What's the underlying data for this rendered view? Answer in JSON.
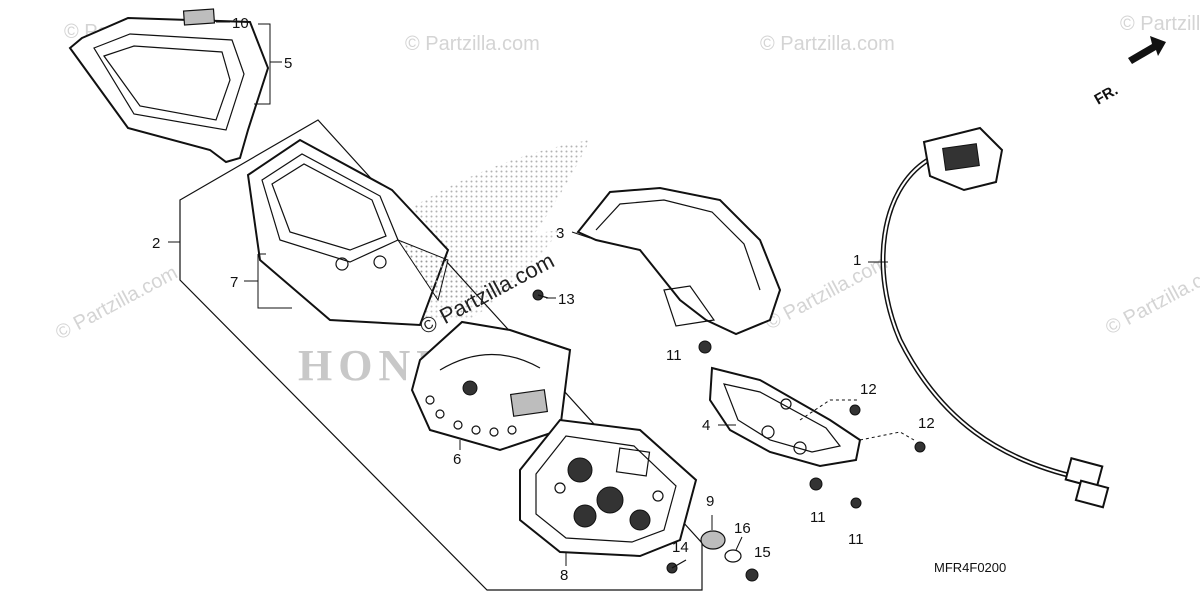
{
  "diagram": {
    "drawing_code": "MFR4F0200",
    "direction_marker": "FR.",
    "brand_mark": "HONDA",
    "watermarks": {
      "text": "© Partzilla.com",
      "center_text": "© Partzilla.com"
    },
    "callouts": {
      "c1": "1",
      "c2": "2",
      "c3": "3",
      "c4": "4",
      "c5": "5",
      "c6": "6",
      "c7": "7",
      "c8": "8",
      "c9": "9",
      "c10": "10",
      "c11a": "11",
      "c11b": "11",
      "c11c": "11",
      "c12a": "12",
      "c12b": "12",
      "c13": "13",
      "c14": "14",
      "c15": "15",
      "c16": "16"
    }
  }
}
